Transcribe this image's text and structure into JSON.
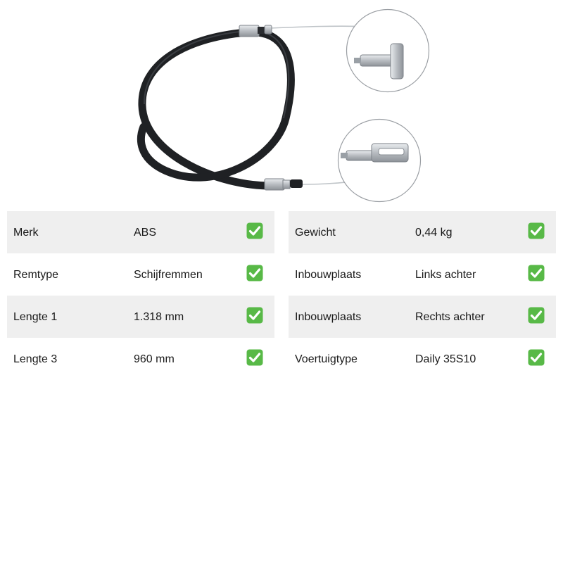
{
  "colors": {
    "row_shade": "#efefef",
    "check_green": "#58b947",
    "check_mark": "#ffffff",
    "cable_sheath": "#1f2124"
  },
  "icons": {
    "check": "white-heavy-check-mark-icon"
  },
  "specs": {
    "left": [
      {
        "label": "Merk",
        "value": "ABS"
      },
      {
        "label": "Remtype",
        "value": "Schijfremmen"
      },
      {
        "label": "Lengte 1",
        "value": "1.318 mm"
      },
      {
        "label": "Lengte 3",
        "value": "960 mm"
      }
    ],
    "right": [
      {
        "label": "Gewicht",
        "value": "0,44 kg"
      },
      {
        "label": "Inbouwplaats",
        "value": "Links achter"
      },
      {
        "label": "Inbouwplaats",
        "value": "Rechts achter"
      },
      {
        "label": "Voertuigtype",
        "value": "Daily 35S10"
      }
    ]
  }
}
